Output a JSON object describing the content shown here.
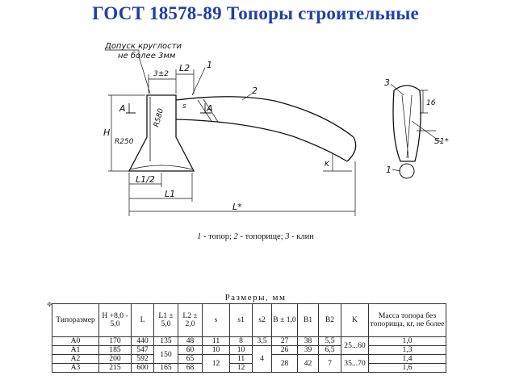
{
  "title": "ГОСТ 18578-89 Топоры строительные",
  "drawing": {
    "labels": {
      "tolerance_line1": "Допуск круглости",
      "tolerance_line2": "не более 3мм",
      "dim_3pm2": "3±2",
      "L2": "L2",
      "callout_1": "1",
      "callout_2": "2",
      "callout_3": "3",
      "A_left": "A",
      "A_right": "A",
      "s": "s",
      "H": "H",
      "R250": "R250",
      "R580": "R580",
      "L1_half": "L1/2",
      "L1": "L1",
      "L_star": "L*",
      "K": "K",
      "dim_16": "16",
      "s1_star": "S1*",
      "callout_1_side": "1"
    }
  },
  "caption": {
    "item1_num": "1",
    "item1_text": " - топор; ",
    "item2_num": "2",
    "item2_text": " - топорище; ",
    "item3_num": "3",
    "item3_text": " - клин"
  },
  "table": {
    "title": "Размеры, мм",
    "headers": {
      "typesize": "Типоразмер",
      "H": "H +8,0 - 5,0",
      "L": "L",
      "L1": "L1 ± 5,0",
      "L2": "L2 ± 2,0",
      "s": "s",
      "s1": "s1",
      "s2": "s2",
      "B": "B ± 1,0",
      "B1": "B1",
      "B2": "B2",
      "K": "K",
      "mass": "Масса топора без топорища, кг, не более"
    },
    "rows": [
      {
        "name": "А0",
        "H": "170",
        "L": "440",
        "L1": "135",
        "L2": "48",
        "s": "11",
        "s1": "8",
        "s2": "3,5",
        "B": "27",
        "B1": "38",
        "B2": "5,5",
        "K": "25...60",
        "mass": "1,0"
      },
      {
        "name": "А1",
        "H": "185",
        "L": "547",
        "L1": "150",
        "L2": "60",
        "s": "10",
        "s1": "10",
        "s2": "4",
        "B": "26",
        "B1": "39",
        "B2": "6,5",
        "K": "",
        "mass": "1,3"
      },
      {
        "name": "А2",
        "H": "200",
        "L": "592",
        "L1": "",
        "L2": "65",
        "s": "12",
        "s1": "11",
        "s2": "",
        "B": "28",
        "B1": "42",
        "B2": "7",
        "K": "35...70",
        "mass": "1,4"
      },
      {
        "name": "А3",
        "H": "215",
        "L": "600",
        "L1": "165",
        "L2": "68",
        "s": "",
        "s1": "12",
        "s2": "",
        "B": "",
        "B1": "",
        "B2": "",
        "K": "",
        "mass": "1,6"
      }
    ]
  }
}
